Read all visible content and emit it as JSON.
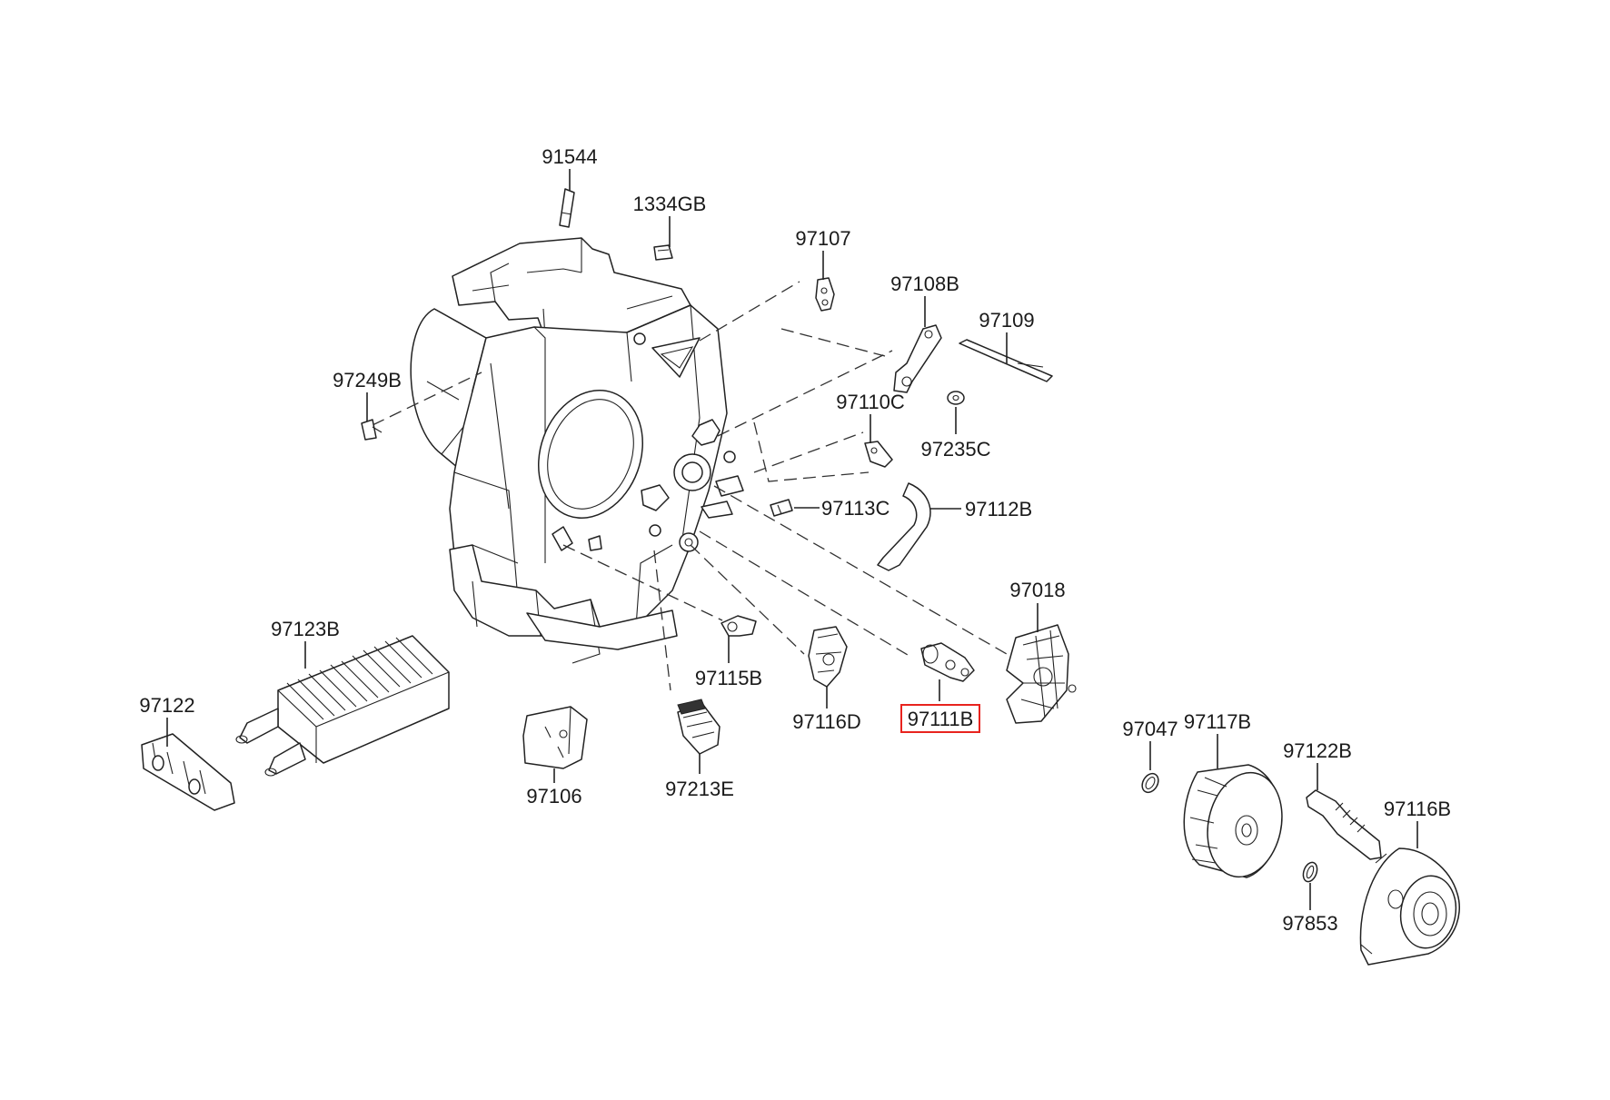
{
  "diagram": {
    "highlight_color": "#e8231e",
    "line_color": "#222222",
    "highlighted_part": "97111B",
    "parts": [
      {
        "id": "p91544",
        "label": "91544"
      },
      {
        "id": "p1334GB",
        "label": "1334GB"
      },
      {
        "id": "p97107",
        "label": "97107"
      },
      {
        "id": "p97108B",
        "label": "97108B"
      },
      {
        "id": "p97109",
        "label": "97109"
      },
      {
        "id": "p97249B",
        "label": "97249B"
      },
      {
        "id": "p97110C",
        "label": "97110C"
      },
      {
        "id": "p97235C",
        "label": "97235C"
      },
      {
        "id": "p97113C",
        "label": "97113C"
      },
      {
        "id": "p97112B",
        "label": "97112B"
      },
      {
        "id": "p97018",
        "label": "97018"
      },
      {
        "id": "p97123B",
        "label": "97123B"
      },
      {
        "id": "p97122",
        "label": "97122"
      },
      {
        "id": "p97115B",
        "label": "97115B"
      },
      {
        "id": "p97116D",
        "label": "97116D"
      },
      {
        "id": "p97111B",
        "label": "97111B"
      },
      {
        "id": "p97106",
        "label": "97106"
      },
      {
        "id": "p97213E",
        "label": "97213E"
      },
      {
        "id": "p97047",
        "label": "97047"
      },
      {
        "id": "p97117B",
        "label": "97117B"
      },
      {
        "id": "p97122B",
        "label": "97122B"
      },
      {
        "id": "p97116B",
        "label": "97116B"
      },
      {
        "id": "p97853",
        "label": "97853"
      }
    ]
  }
}
